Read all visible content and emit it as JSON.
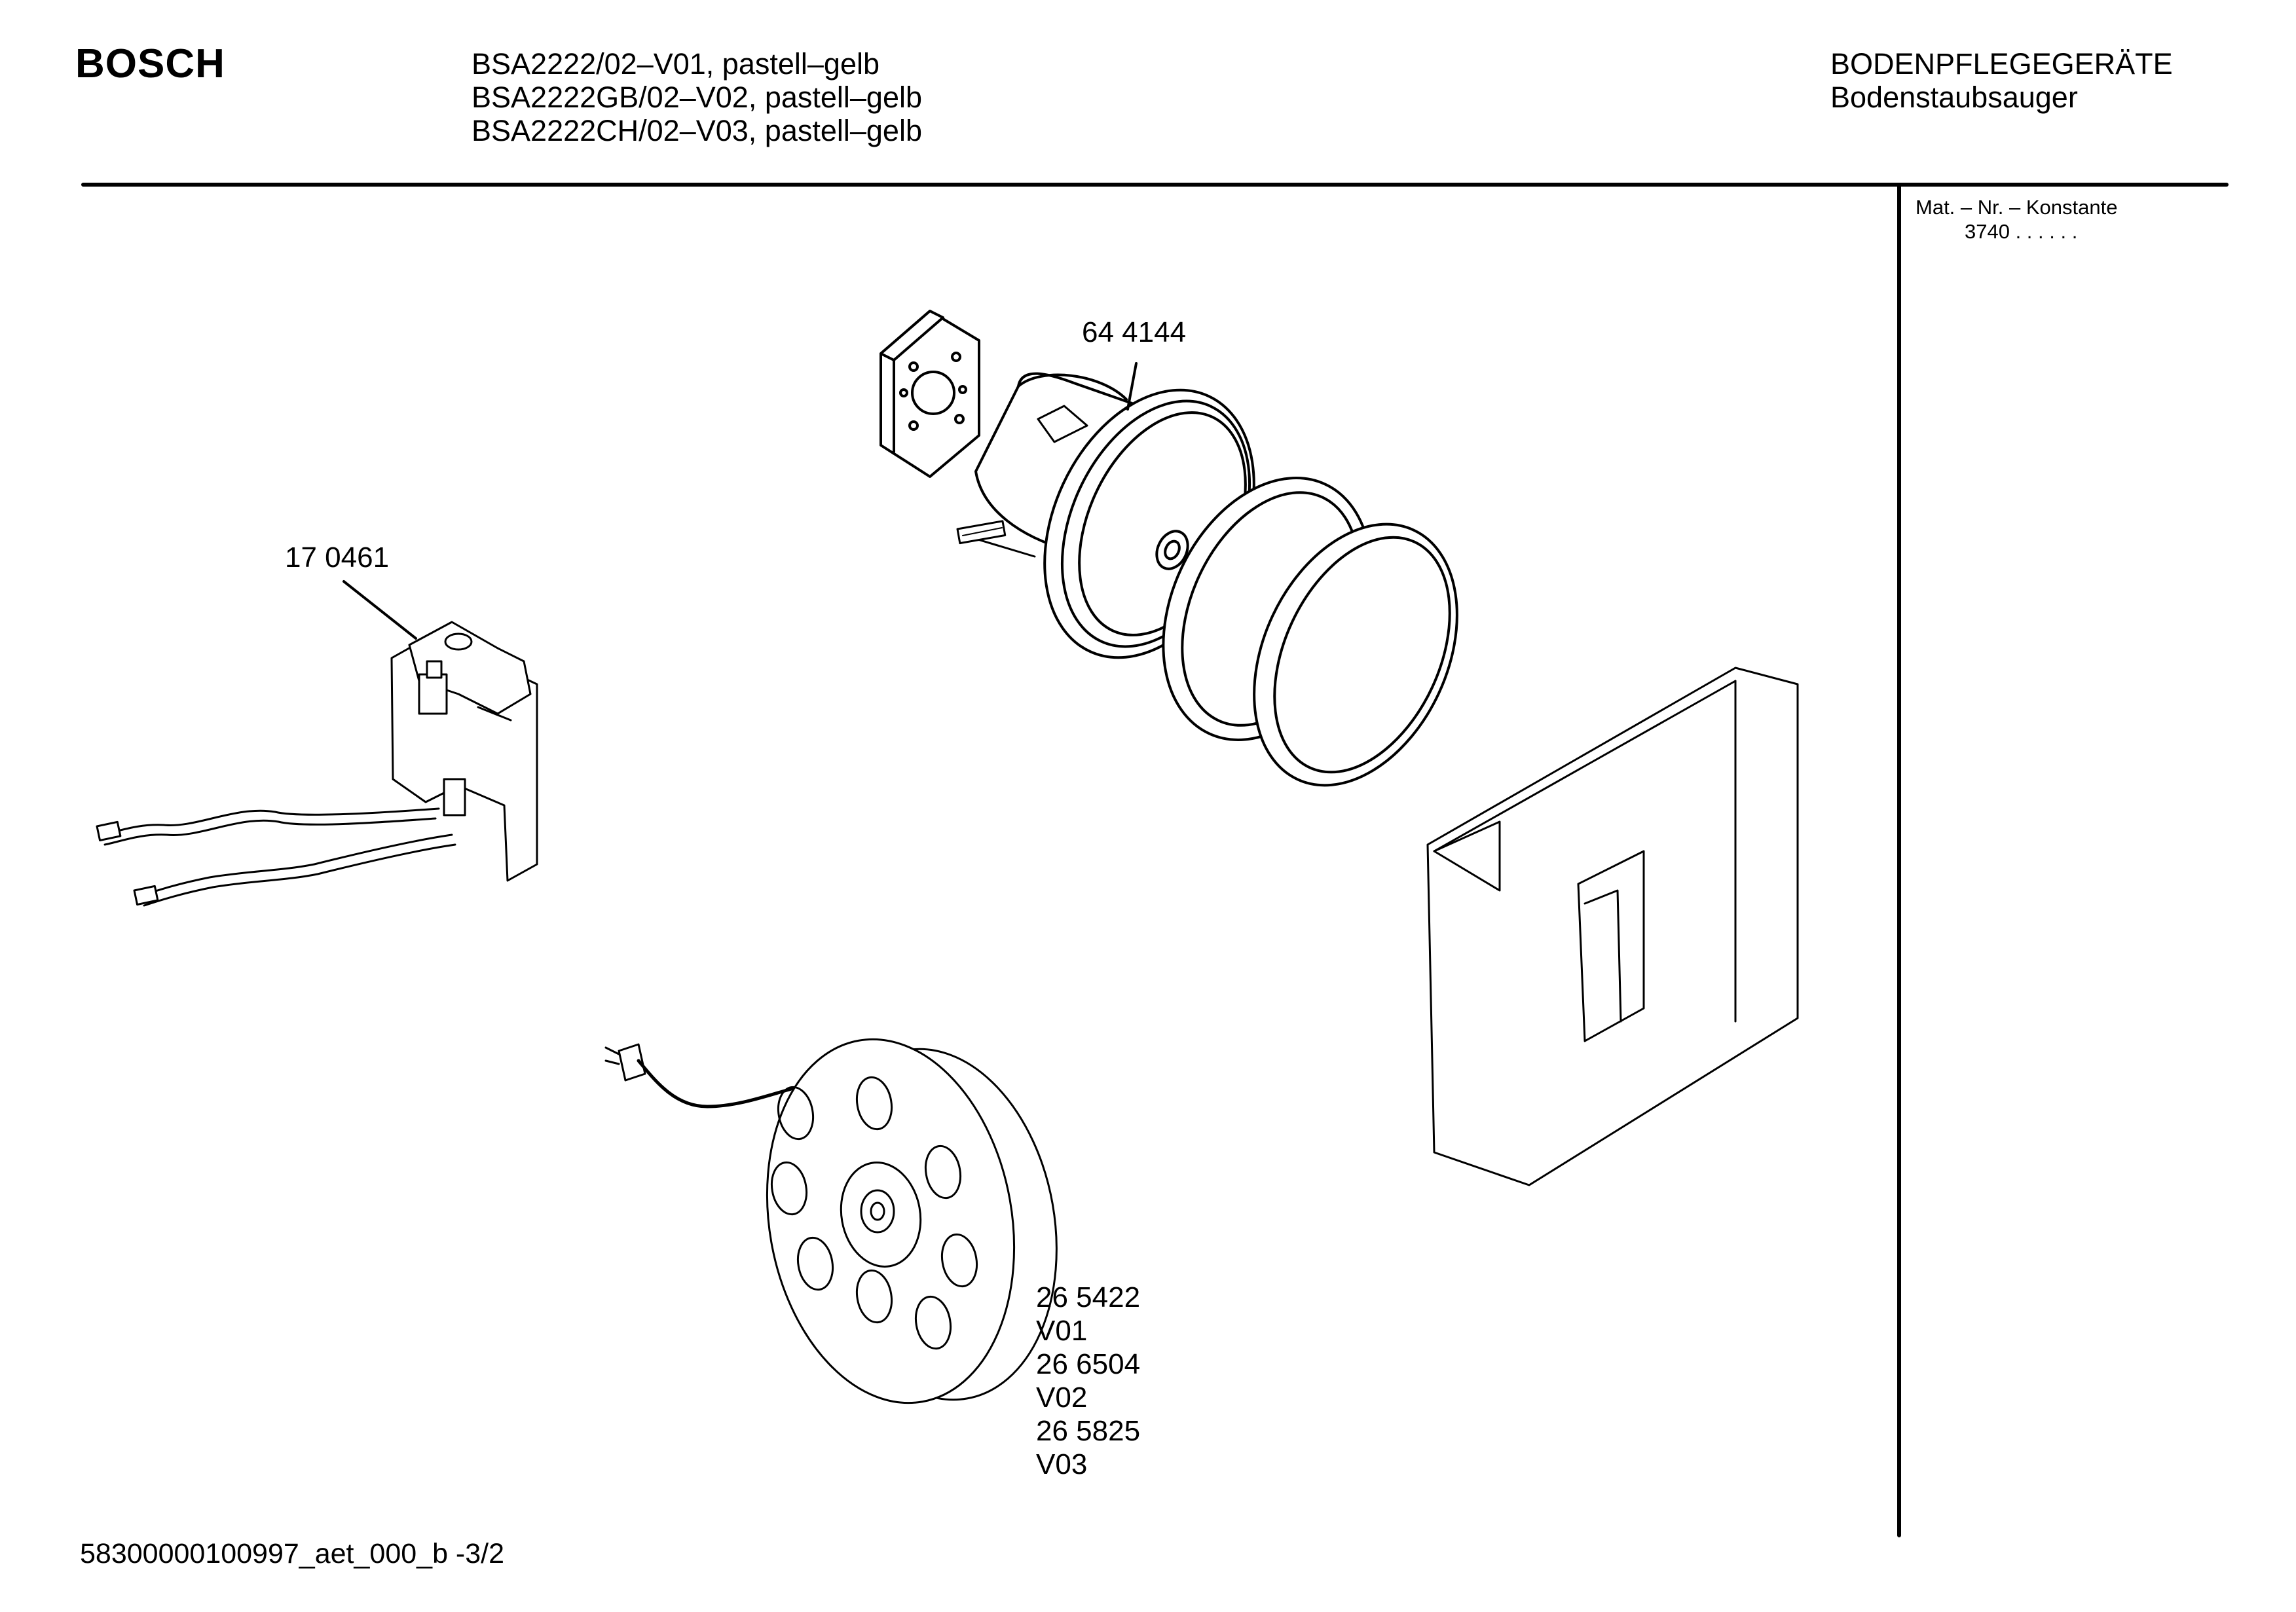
{
  "header": {
    "brand": "BOSCH",
    "models": [
      "BSA2222/02–V01, pastell–gelb",
      "BSA2222GB/02–V02, pastell–gelb",
      "BSA2222CH/02–V03, pastell–gelb"
    ],
    "category": "BODENPFLEGEGERÄTE",
    "subcategory": "Bodenstaubsauger"
  },
  "sidebar": {
    "mat_label": "Mat. – Nr. – Konstante",
    "mat_value": "3740 . .   . . . ."
  },
  "parts": {
    "motor": "64 4144",
    "switch": "17 0461",
    "reel": [
      {
        "number": "26 5422",
        "variant": "V01"
      },
      {
        "number": "26 6504",
        "variant": "V02"
      },
      {
        "number": "26 5825",
        "variant": "V03"
      }
    ]
  },
  "footer": {
    "doc_id": "58300000100997_aet_000_b  -3/2"
  }
}
